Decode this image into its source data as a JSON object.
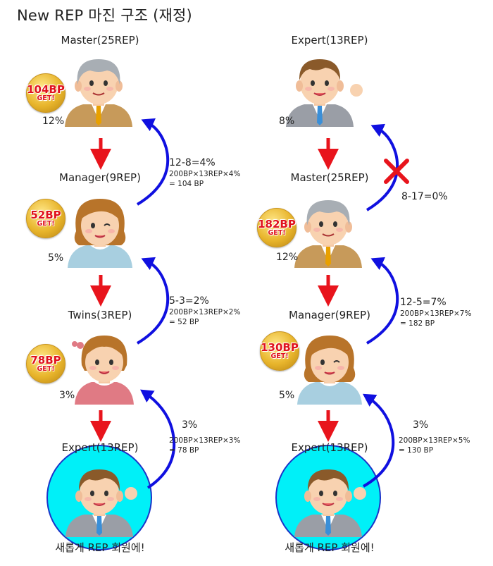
{
  "title": "New REP 마진 구조 (재정)",
  "left": {
    "nodes": [
      {
        "role": "Master(25REP)",
        "pct": "12%",
        "badge_value": "104BP",
        "badge_get": "GET!"
      },
      {
        "role": "Manager(9REP)",
        "pct": "5%",
        "badge_value": "52BP",
        "badge_get": "GET!"
      },
      {
        "role": "Twins(3REP)",
        "pct": "3%",
        "badge_value": "78BP",
        "badge_get": "GET!"
      },
      {
        "role": "Expert(13REP)",
        "caption": "새롭게 REP 회원에!"
      }
    ],
    "formulas": [
      {
        "main": "12-8=4%",
        "detail": "200BP×13REP×4%",
        "result": "= 104 BP"
      },
      {
        "main": "5-3=2%",
        "detail": "200BP×13REP×2%",
        "result": "= 52 BP"
      },
      {
        "main": "3%",
        "detail": "200BP×13REP×3%",
        "result": "= 78 BP"
      }
    ]
  },
  "right": {
    "nodes": [
      {
        "role": "Expert(13REP)",
        "pct": "8%"
      },
      {
        "role": "Master(25REP)",
        "pct": "12%",
        "badge_value": "182BP",
        "badge_get": "GET!"
      },
      {
        "role": "Manager(9REP)",
        "pct": "5%",
        "badge_value": "130BP",
        "badge_get": "GET!"
      },
      {
        "role": "Expert(13REP)",
        "caption": "새롭게 REP 회원에!"
      }
    ],
    "formulas": [
      {
        "main": "8-17=0%"
      },
      {
        "main": "12-5=7%",
        "detail": "200BP×13REP×7%",
        "result": "= 182 BP"
      },
      {
        "main": "3%",
        "detail": "200BP×13REP×5%",
        "result": "= 130 BP"
      }
    ]
  },
  "colors": {
    "down_arrow": "#e8141c",
    "up_arrow": "#1010e0",
    "highlight_circle": "#00f0f8",
    "cross": "#e8141c",
    "badge_text": "#e0121c"
  }
}
